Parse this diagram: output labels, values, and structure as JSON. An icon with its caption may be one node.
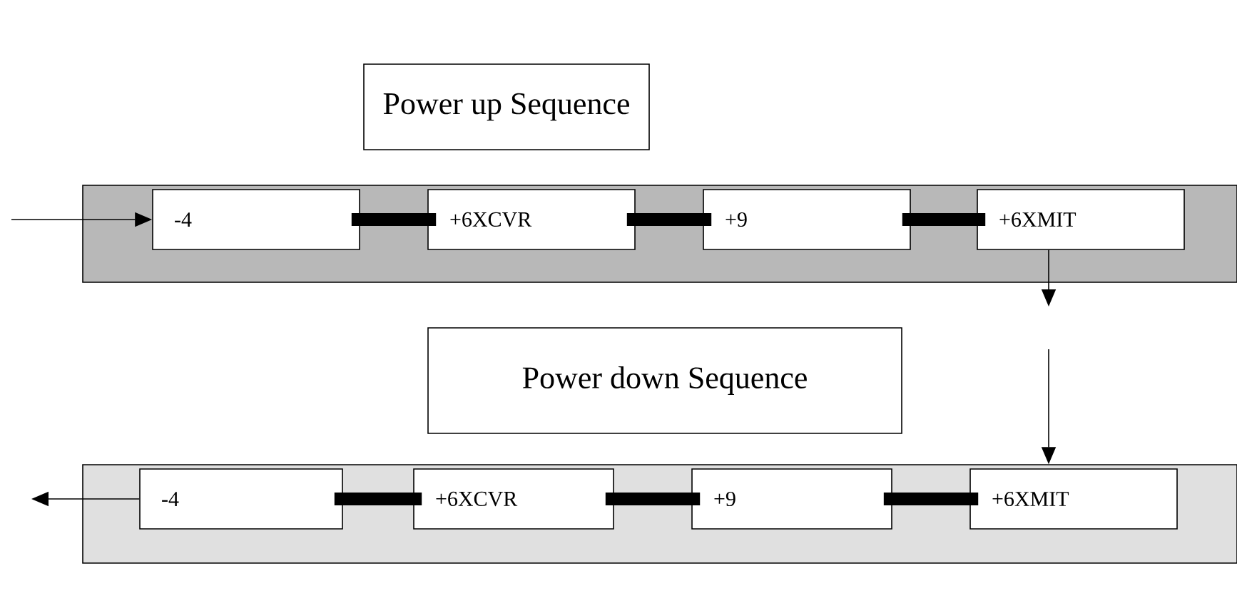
{
  "diagram": {
    "nodes": [
      {
        "text": [
          "Power up Sequence"
        ]
      },
      {
        "text": [],
        "shape": "box"
      },
      {
        "text": [
          "-4"
        ],
        "in": 1
      },
      {
        "text": [
          "+6XCVR"
        ],
        "in": 1
      },
      {
        "text": [
          "+9"
        ],
        "in": 1
      },
      {
        "text": [
          "+6XMIT"
        ],
        "in": 1
      },
      {
        "text": [
          "Power down Sequence"
        ]
      },
      {
        "text": [],
        "shape": "box"
      },
      {
        "text": [
          "-4"
        ],
        "in": 7
      },
      {
        "text": [
          "+6XCVR"
        ],
        "in": 7
      },
      {
        "text": [
          "+9"
        ],
        "in": 7
      },
      {
        "text": [
          "+6XMIT"
        ],
        "in": 7
      }
    ],
    "edges": [
      {
        "from": null,
        "to": 2,
        "arrow": "to"
      },
      {
        "from": 2,
        "to": 3,
        "arrow": "none"
      },
      {
        "from": 3,
        "to": 4,
        "arrow": "none"
      },
      {
        "from": 4,
        "to": 5,
        "arrow": "none"
      },
      {
        "from": 5,
        "to": null,
        "arrow": "to"
      },
      {
        "from": null,
        "to": 7,
        "arrow": "to"
      },
      {
        "from": 8,
        "to": null,
        "arrow": "to"
      },
      {
        "from": 8,
        "to": 9,
        "arrow": "none"
      },
      {
        "from": 9,
        "to": 10,
        "arrow": "none"
      },
      {
        "from": 10,
        "to": 11,
        "arrow": "none"
      }
    ]
  }
}
